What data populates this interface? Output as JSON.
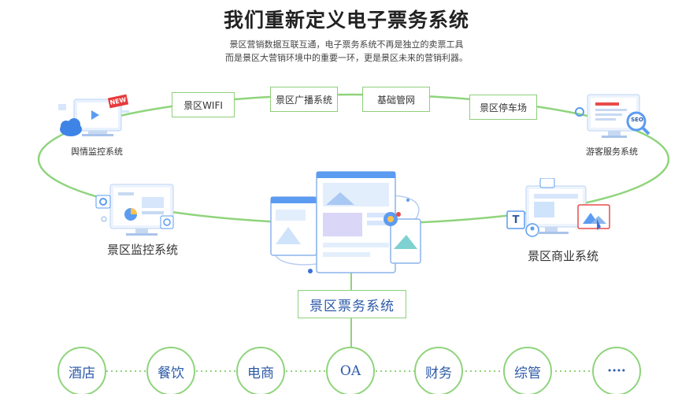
{
  "title": "我们重新定义电子票务系统",
  "subtitle": [
    "景区营销数据互联互通，电子票务系统不再是独立的卖票工具",
    "而是景区大营销环境中的重要一环，更是景区未来的营销利器。"
  ],
  "ring_tags": [
    "景区WIFI",
    "景区广播系统",
    "基础管网",
    "景区停车场"
  ],
  "systems": {
    "public_opinion": "舆情监控系统",
    "visitor_service": "游客服务系统",
    "monitoring": "景区监控系统",
    "commerce": "景区商业系统"
  },
  "new_badge": "NEW",
  "seo_badge": "SEO",
  "text_icon_letter": "T",
  "center": "景区票务系统",
  "modules": [
    "酒店",
    "餐饮",
    "电商",
    "OA",
    "财务",
    "综管",
    "····"
  ],
  "colors": {
    "line": "#8fd47c",
    "accent_blue": "#2d5aa8",
    "screen_blue": "#5b9cf2"
  }
}
